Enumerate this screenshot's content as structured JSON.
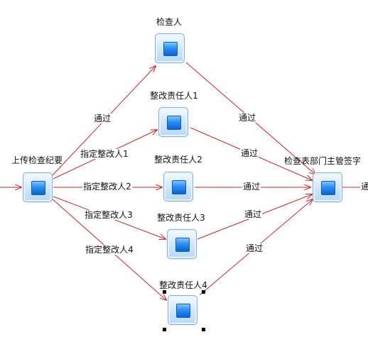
{
  "nodes": {
    "upload": {
      "label": "上传检查纪要"
    },
    "inspector": {
      "label": "检查人"
    },
    "owner1": {
      "label": "整改责任人1"
    },
    "owner2": {
      "label": "整改责任人2"
    },
    "owner3": {
      "label": "整改责任人3"
    },
    "owner4": {
      "label": "整改责任人4"
    },
    "supervisor": {
      "label": "检查表部门主管签字"
    }
  },
  "edges": {
    "upload_inspector": "通过",
    "upload_owner1": "指定整改人1",
    "upload_owner2": "指定整改人2",
    "upload_owner3": "指定整改人3",
    "upload_owner4": "指定整改人4",
    "inspector_supervisor": "通过",
    "owner1_supervisor": "通过",
    "owner2_supervisor": "通过",
    "owner3_supervisor": "通过",
    "owner4_supervisor": "通过",
    "supervisor_out": "通"
  },
  "colors": {
    "edge": "#c0282f",
    "node_border": "#7fb1dd",
    "node_inner": "#2b8df0"
  }
}
